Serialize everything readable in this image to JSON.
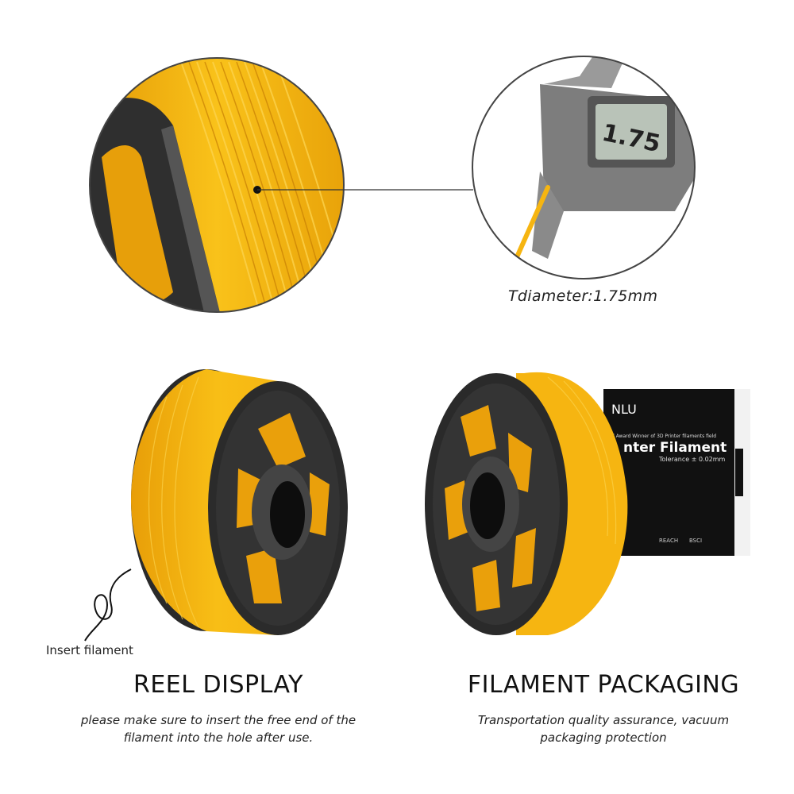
{
  "diameter_caption": "Tdiameter:1.75mm",
  "caliper_reading": "1.75",
  "insert_caption": "Insert filament",
  "box": {
    "brand_fragment": "NLU",
    "award_line": "d Award Winner of 3D Printer filaments field",
    "product_fragment": "nter Filament",
    "tolerance": "Tolerance ± 0.02mm",
    "badge_reach": "REACH",
    "badge_bsci": "BSCI"
  },
  "sections": [
    {
      "title": "REEL DISPLAY",
      "description": "please make sure to insert the free end of the filament into the hole after use."
    },
    {
      "title": "FILAMENT PACKAGING",
      "description": "Transportation quality assurance, vacuum packaging protection"
    }
  ],
  "colors": {
    "filament_yellow": "#F6B511",
    "filament_shadow": "#D48A06",
    "spool_black": "#2b2b2b",
    "outline_gray": "#444444"
  }
}
